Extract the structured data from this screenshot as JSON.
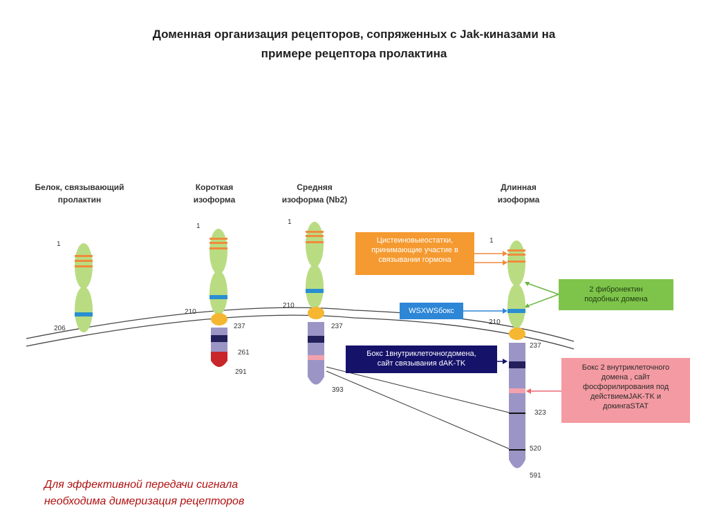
{
  "title": {
    "line1": "Доменная организация рецепторов, сопряженных с Jak-киназами на",
    "line2": "примере рецептора пролактина"
  },
  "columns": [
    {
      "line1": "Белок, связывающий",
      "line2": "пролактин"
    },
    {
      "line1": "Короткая",
      "line2": "изоформа"
    },
    {
      "line1": "Средняя",
      "line2": "изоформа (Nb2)"
    },
    {
      "line1": "Длинная",
      "line2": "изоформа"
    }
  ],
  "residues": {
    "bp_start": "1",
    "bp_end": "206",
    "short_start": "1",
    "short_210": "210",
    "short_237": "237",
    "short_261": "261",
    "short_291": "291",
    "mid_start": "1",
    "mid_210": "210",
    "mid_237": "237",
    "mid_393": "393",
    "long_start": "1",
    "long_210": "210",
    "long_237": "237",
    "long_323": "323",
    "long_520": "520",
    "long_591": "591"
  },
  "callouts": {
    "cysteine": {
      "line1": "Цистеиновыеостатки,",
      "line2": "принимающие участие в",
      "line3": "связывании гормона"
    },
    "fibronectin": {
      "line1": "2 фибронектин",
      "line2": "подобных домена"
    },
    "wsxws": {
      "line1": "WSXWSбокс"
    },
    "box1": {
      "line1": "Бокс 1внутриклеточногдомена,",
      "line2": "сайт связывания dAK-TK"
    },
    "box2": {
      "line1": "Бокс 2 внутриклеточного",
      "line2": "домена , сайт",
      "line3": "фосфорилирования под",
      "line4": "действиемJAK-TK и",
      "line5": "докингаSTAT"
    }
  },
  "footer": {
    "line1": "Для эффективной передачи сигнала",
    "line2": "необходима димеризация рецепторов"
  },
  "colors": {
    "domain_green": "#b9dc82",
    "cysteine_orange": "#f08a3c",
    "wsxws_blue": "#2a8fd0",
    "junction_gold": "#f5b731",
    "cyto_purple": "#9b95c6",
    "box1_navy": "#24205c",
    "box2_pink": "#f2a2ad",
    "short_tail_red": "#c8262a",
    "callout_orange": "#f59a30",
    "callout_green": "#7ec44a",
    "callout_blue": "#2d86d6",
    "callout_navy": "#15126a",
    "callout_pink": "#f49aa2",
    "footer_text": "#b01010"
  }
}
